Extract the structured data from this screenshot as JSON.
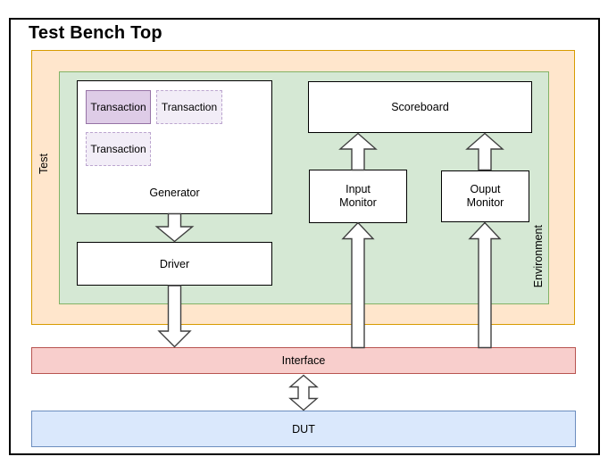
{
  "title": "Test Bench Top",
  "labels": {
    "test": "Test",
    "environment": "Environment",
    "generator": "Generator",
    "driver": "Driver",
    "scoreboard": "Scoreboard",
    "input_monitor": "Input Monitor",
    "output_monitor": "Ouput Monitor",
    "interface": "Interface",
    "dut": "DUT"
  },
  "transactions": [
    {
      "label": "Transaction",
      "style": "solid"
    },
    {
      "label": "Transaction",
      "style": "dashed"
    },
    {
      "label": "Transaction",
      "style": "dashed"
    }
  ],
  "arrows": [
    {
      "name": "generator-to-driver",
      "direction": "down"
    },
    {
      "name": "driver-to-interface",
      "direction": "down"
    },
    {
      "name": "input-monitor-to-scoreboard",
      "direction": "up"
    },
    {
      "name": "output-monitor-to-scoreboard",
      "direction": "up"
    },
    {
      "name": "interface-to-input-monitor",
      "direction": "up"
    },
    {
      "name": "interface-to-output-monitor",
      "direction": "up"
    },
    {
      "name": "interface-dut-bidirectional",
      "direction": "both"
    }
  ],
  "colors": {
    "test-fill": "#FFE6CC",
    "test-stroke": "#D79B00",
    "env-fill": "#D5E8D4",
    "env-stroke": "#82B366",
    "txn-solid-fill": "#DECCE7",
    "txn-solid-stroke": "#9673A6",
    "txn-dashed-fill": "#F2EDF7",
    "txn-dashed-stroke": "#BCA6CF",
    "interface-fill": "#F8CECC",
    "interface-stroke": "#B85450",
    "dut-fill": "#DAE8FC",
    "dut-stroke": "#6C8EBF",
    "box-fill": "#FFFFFF",
    "box-stroke": "#000000",
    "arrow-fill": "#FFFFFF",
    "arrow-stroke": "#404040",
    "text": "#000000"
  }
}
